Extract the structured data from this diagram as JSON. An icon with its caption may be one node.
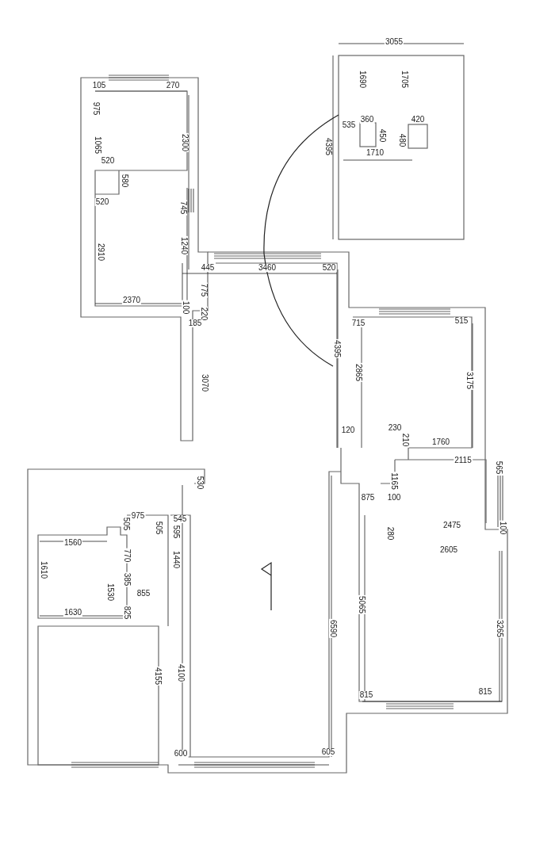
{
  "diagram": {
    "labels": [
      "3055",
      "105",
      "270",
      "1690",
      "1705",
      "975",
      "360",
      "420",
      "535",
      "2300",
      "450",
      "480",
      "4395",
      "1065",
      "520",
      "1710",
      "580",
      "745",
      "520",
      "1240",
      "2910",
      "445",
      "3460",
      "520",
      "775",
      "2370",
      "100",
      "220",
      "185",
      "715",
      "515",
      "4395",
      "2865",
      "3175",
      "3070",
      "120",
      "230",
      "210",
      "1760",
      "2115",
      "565",
      "1165",
      "530",
      "875",
      "100",
      "975",
      "505",
      "505",
      "545",
      "595",
      "1560",
      "2475",
      "100",
      "280",
      "1610",
      "770",
      "2605",
      "1440",
      "385",
      "1530",
      "855",
      "5065",
      "825",
      "1630",
      "6590",
      "3265",
      "4100",
      "4155",
      "815",
      "815",
      "600",
      "605"
    ]
  }
}
